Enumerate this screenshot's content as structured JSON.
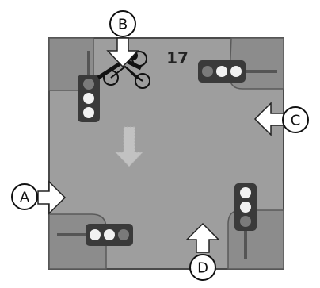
{
  "intersection": {
    "number": "17",
    "markers": {
      "a": "A",
      "b": "B",
      "c": "C",
      "d": "D"
    }
  },
  "colors": {
    "road": "#9e9e9e",
    "corner": "#8a8a8a",
    "border": "#4a4a4a",
    "signal_body": "#3a3a3a",
    "lamp_unlit": "#f2f2f2",
    "lamp_lit": "#7a7a7a",
    "arrow": "#ffffff",
    "faint_arrow": "#bdbdbd"
  },
  "icons": [
    "traffic-signal-icon",
    "bicycle-icon",
    "arrow-icon"
  ]
}
